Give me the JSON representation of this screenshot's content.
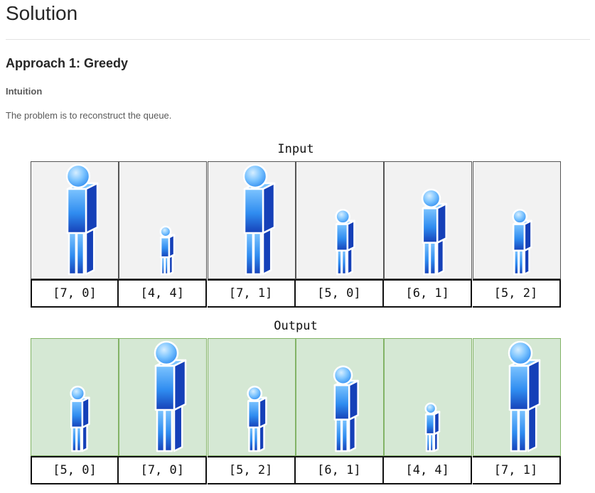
{
  "heading": "Solution",
  "approach_title": "Approach 1: Greedy",
  "section_label": "Intuition",
  "paragraph": "The problem is to reconstruct the queue.",
  "colors": {
    "person_light": "#7cc4ff",
    "person_mid": "#2f8cf0",
    "person_dark": "#1540b8",
    "input_bg": "#f2f2f2",
    "output_bg": "#d5e8d4",
    "output_border": "#82b366"
  },
  "figure": {
    "input_label": "Input",
    "output_label": "Output",
    "input": [
      {
        "pair": "[7, 0]",
        "height": 7
      },
      {
        "pair": "[4, 4]",
        "height": 4
      },
      {
        "pair": "[7, 1]",
        "height": 7
      },
      {
        "pair": "[5, 0]",
        "height": 5
      },
      {
        "pair": "[6, 1]",
        "height": 6
      },
      {
        "pair": "[5, 2]",
        "height": 5
      }
    ],
    "output": [
      {
        "pair": "[5, 0]",
        "height": 5
      },
      {
        "pair": "[7, 0]",
        "height": 7
      },
      {
        "pair": "[5, 2]",
        "height": 5
      },
      {
        "pair": "[6, 1]",
        "height": 6
      },
      {
        "pair": "[4, 4]",
        "height": 4
      },
      {
        "pair": "[7, 1]",
        "height": 7
      }
    ]
  }
}
